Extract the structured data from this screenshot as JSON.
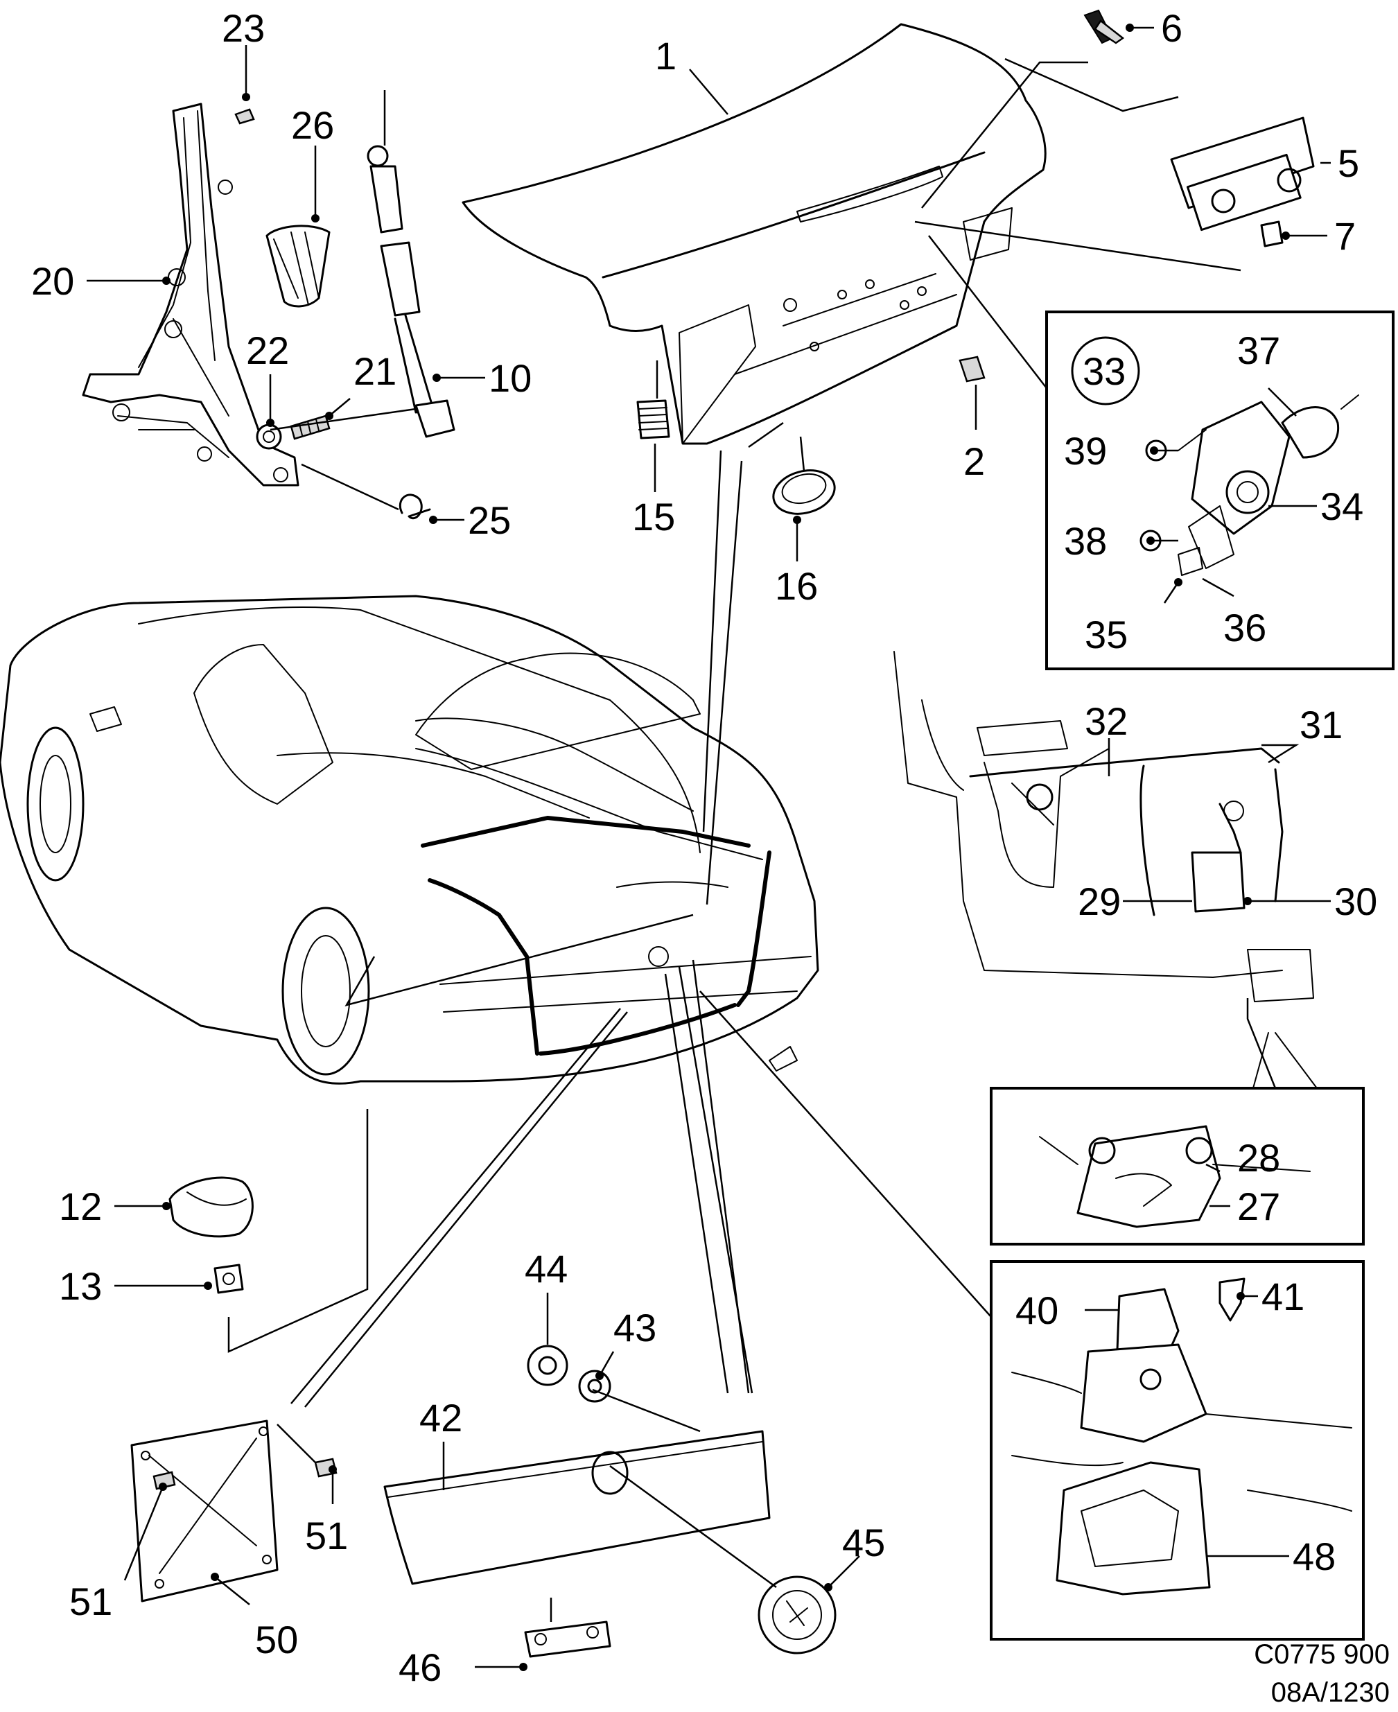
{
  "callouts": {
    "c1": "1",
    "c2": "2",
    "c5": "5",
    "c6": "6",
    "c7": "7",
    "c10": "10",
    "c12": "12",
    "c13": "13",
    "c15": "15",
    "c16": "16",
    "c20": "20",
    "c21": "21",
    "c22": "22",
    "c23": "23",
    "c25": "25",
    "c26": "26",
    "c27": "27",
    "c28": "28",
    "c29": "29",
    "c30": "30",
    "c31": "31",
    "c32": "32",
    "c33": "33",
    "c34": "34",
    "c35": "35",
    "c36": "36",
    "c37": "37",
    "c38": "38",
    "c39": "39",
    "c40": "40",
    "c41": "41",
    "c42": "42",
    "c43": "43",
    "c44": "44",
    "c45": "45",
    "c46": "46",
    "c48": "48",
    "c50": "50",
    "c51a": "51",
    "c51b": "51"
  },
  "footer": {
    "code_line1": "C0775 900",
    "code_line2": "08A/1230"
  }
}
